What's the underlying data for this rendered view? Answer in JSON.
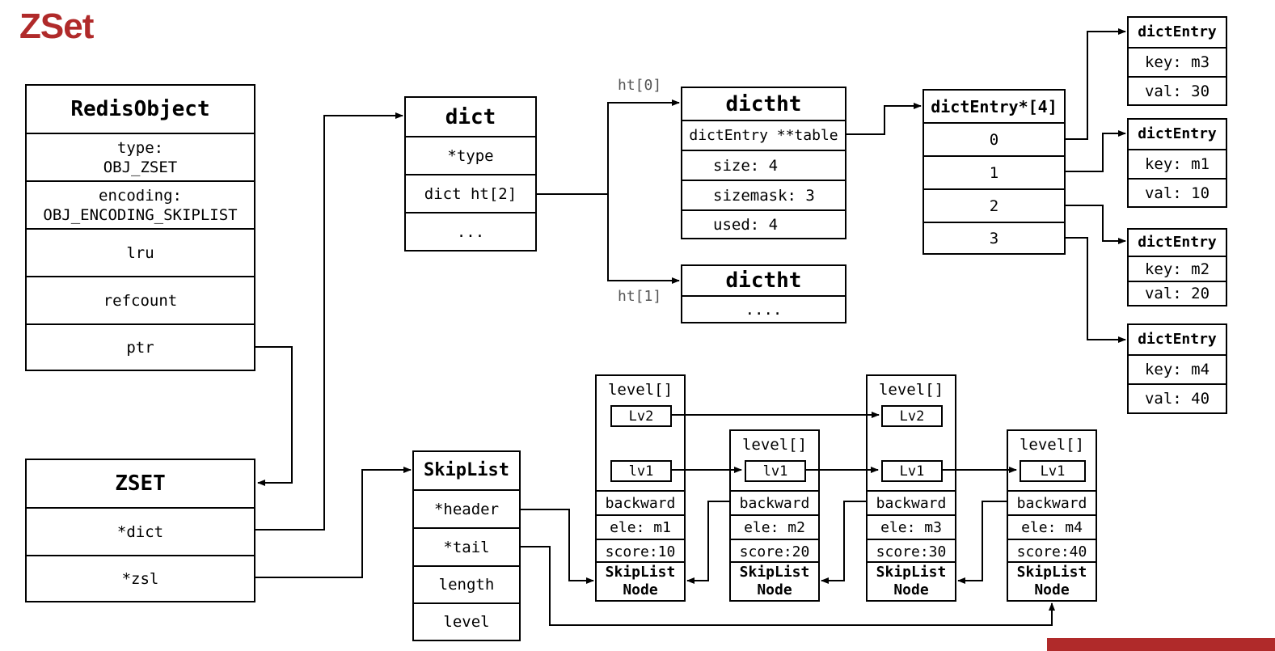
{
  "title": "ZSet",
  "redis_object": {
    "header": "RedisObject",
    "rows": [
      "type:\nOBJ_ZSET",
      "encoding:\nOBJ_ENCODING_SKIPLIST",
      "lru",
      "refcount",
      "ptr"
    ]
  },
  "zset": {
    "header": "ZSET",
    "rows": [
      "*dict",
      "*zsl"
    ]
  },
  "dict": {
    "header": "dict",
    "rows": [
      "*type",
      "dict ht[2]",
      "..."
    ]
  },
  "ht0_label": "ht[0]",
  "ht1_label": "ht[1]",
  "dictht0": {
    "header": "dictht",
    "rows": [
      "dictEntry **table",
      "size: 4",
      "sizemask: 3",
      "used: 4"
    ]
  },
  "dictht1": {
    "header": "dictht",
    "rows": [
      "...."
    ]
  },
  "bucket_array": {
    "header": "dictEntry*[4]",
    "rows": [
      "0",
      "1",
      "2",
      "3"
    ]
  },
  "dict_entries": [
    {
      "header": "dictEntry",
      "key": "key: m3",
      "val": "val: 30"
    },
    {
      "header": "dictEntry",
      "key": "key: m1",
      "val": "val: 10"
    },
    {
      "header": "dictEntry",
      "key": "key: m2",
      "val": "val: 20"
    },
    {
      "header": "dictEntry",
      "key": "key: m4",
      "val": "val: 40"
    }
  ],
  "skiplist": {
    "header": "SkipList",
    "rows": [
      "*header",
      "*tail",
      "length",
      "level"
    ]
  },
  "nodes": [
    {
      "level_title": "level[]",
      "lv2": "Lv2",
      "lv1": "lv1",
      "backward": "backward",
      "ele": "ele: m1",
      "score": "score:10",
      "footer": "SkipList\nNode"
    },
    {
      "level_title": "level[]",
      "lv1": "lv1",
      "backward": "backward",
      "ele": "ele: m2",
      "score": "score:20",
      "footer": "SkipList\nNode"
    },
    {
      "level_title": "level[]",
      "lv2": "Lv2",
      "lv1": "Lv1",
      "backward": "backward",
      "ele": "ele: m3",
      "score": "score:30",
      "footer": "SkipList\nNode"
    },
    {
      "level_title": "level[]",
      "lv1": "Lv1",
      "backward": "backward",
      "ele": "ele: m4",
      "score": "score:40",
      "footer": "SkipList\nNode"
    }
  ]
}
